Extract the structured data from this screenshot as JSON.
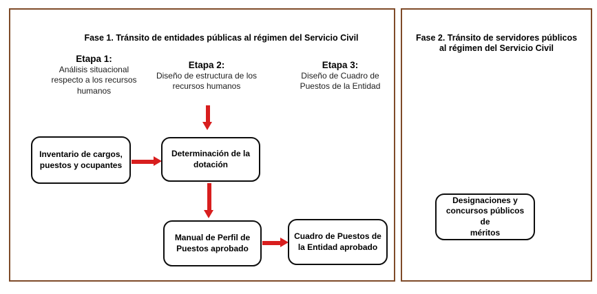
{
  "colors": {
    "panel_border": "#7E4A28",
    "box_border": "#0D0D0D",
    "arrow_red": "#D81E1E",
    "background": "#FFFFFF"
  },
  "fase1": {
    "title": "Fase 1. Tránsito de entidades públicas al régimen del Servicio Civil",
    "etapas": [
      {
        "heading": "Etapa 1:",
        "lines": [
          "Análisis situacional",
          "respecto a los recursos",
          "humanos"
        ]
      },
      {
        "heading": "Etapa 2:",
        "lines": [
          "Diseño de estructura de los",
          "recursos humanos"
        ]
      },
      {
        "heading": "Etapa 3:",
        "lines": [
          "Diseño de Cuadro de",
          "Puestos de la Entidad"
        ]
      }
    ],
    "boxes": [
      {
        "id": "inventario",
        "lines": [
          "Inventario de cargos,",
          "puestos y ocupantes"
        ]
      },
      {
        "id": "dotacion",
        "lines": [
          "Determinación de la",
          "dotación"
        ]
      },
      {
        "id": "manual",
        "lines": [
          "Manual de Perfil de",
          "Puestos aprobado"
        ]
      },
      {
        "id": "cuadro",
        "lines": [
          "Cuadro de Puestos de",
          "la Entidad aprobado"
        ]
      }
    ]
  },
  "fase2": {
    "title_lines": [
      "Fase 2. Tránsito de servidores públicos",
      "al régimen del Servicio Civil"
    ],
    "boxes": [
      {
        "id": "designaciones",
        "lines": [
          "Designaciones y",
          "concursos públicos de",
          "méritos"
        ]
      }
    ]
  }
}
